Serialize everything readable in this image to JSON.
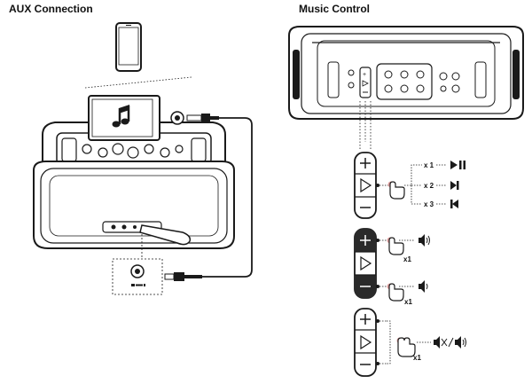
{
  "headings": {
    "aux": "AUX Connection",
    "music": "Music Control"
  },
  "actions": {
    "play_pause": {
      "count": "x 1",
      "icon": "play-pause-icon"
    },
    "next_track": {
      "count": "x 2",
      "icon": "next-track-icon"
    },
    "prev_track": {
      "count": "x 3",
      "icon": "previous-track-icon"
    },
    "volume_up": {
      "count": "x1",
      "icon": "volume-up-icon"
    },
    "volume_down": {
      "count": "x1",
      "icon": "volume-down-icon"
    },
    "mute": {
      "count": "x1",
      "icon": "mute-unmute-icon"
    }
  },
  "colors": {
    "line": "#1a1a1a",
    "panel": "#ffffff",
    "press_dot": "#d98a8a",
    "panel_shade": "#2a2a2a"
  }
}
